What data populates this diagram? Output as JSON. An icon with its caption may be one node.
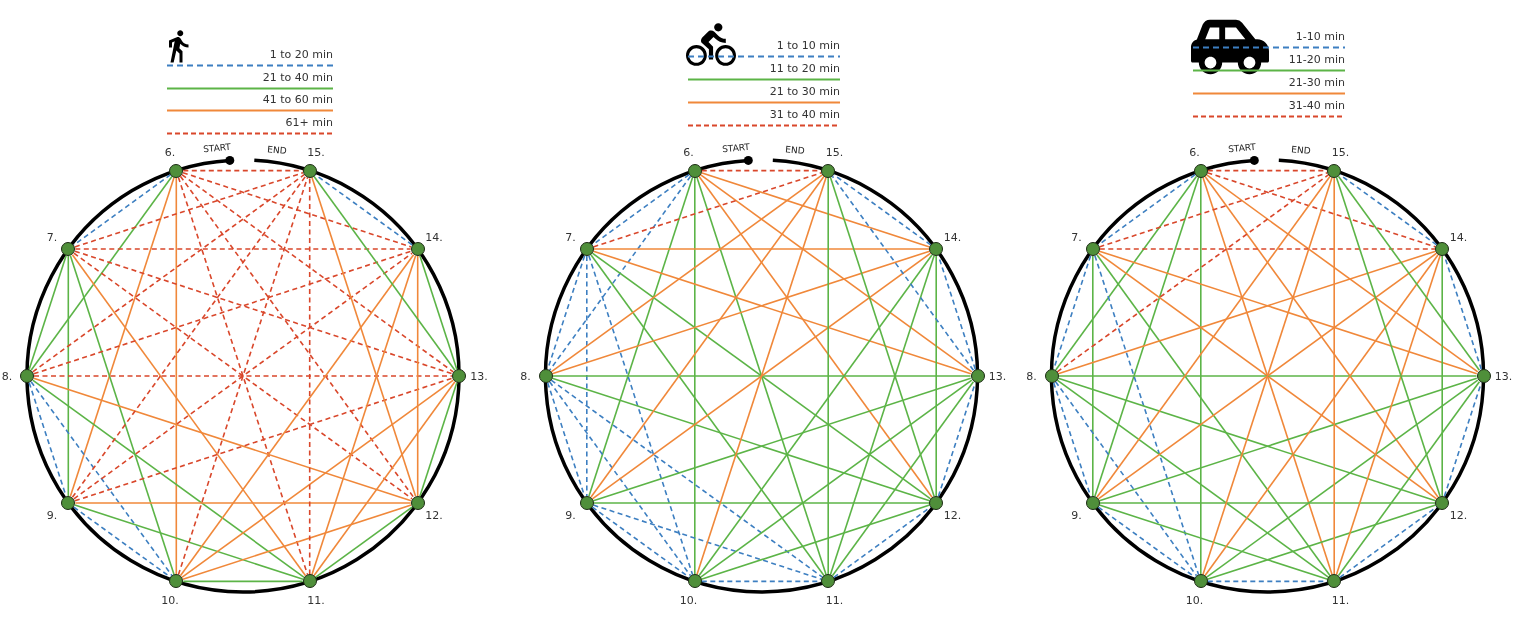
{
  "diagram": {
    "nodes": [
      {
        "text": [
          "6."
        ]
      },
      {
        "text": [
          "7."
        ]
      },
      {
        "text": [
          "8."
        ]
      },
      {
        "text": [
          "9."
        ]
      },
      {
        "text": [
          "10."
        ]
      },
      {
        "text": [
          "11."
        ]
      },
      {
        "text": [
          "12."
        ]
      },
      {
        "text": [
          "13."
        ]
      },
      {
        "text": [
          "14."
        ]
      },
      {
        "text": [
          "15."
        ]
      },
      {
        "text": [
          "6."
        ]
      },
      {
        "text": [
          "7."
        ]
      },
      {
        "text": [
          "8."
        ]
      },
      {
        "text": [
          "9."
        ]
      },
      {
        "text": [
          "10."
        ]
      },
      {
        "text": [
          "11."
        ]
      },
      {
        "text": [
          "12."
        ]
      },
      {
        "text": [
          "13."
        ]
      },
      {
        "text": [
          "14."
        ]
      },
      {
        "text": [
          "15."
        ]
      },
      {
        "text": [
          "6."
        ]
      },
      {
        "text": [
          "7."
        ]
      },
      {
        "text": [
          "8."
        ]
      },
      {
        "text": [
          "9."
        ]
      },
      {
        "text": [
          "10."
        ]
      },
      {
        "text": [
          "11."
        ]
      },
      {
        "text": [
          "12."
        ]
      },
      {
        "text": [
          "13."
        ]
      },
      {
        "text": [
          "14."
        ]
      },
      {
        "text": [
          "15."
        ]
      }
    ],
    "edges": [
      {
        "from": 0,
        "to": 1,
        "arrow": "none",
        "style": "dashed",
        "color": "#3d7fc1"
      },
      {
        "from": 0,
        "to": 2,
        "arrow": "none"
      },
      {
        "from": 0,
        "to": 3,
        "arrow": "none",
        "color": "#f0883a"
      },
      {
        "from": 0,
        "to": 4,
        "arrow": "none",
        "color": "#f0883a"
      },
      {
        "from": 0,
        "to": 5,
        "arrow": "none",
        "style": "dashed",
        "color": "#d9472b"
      },
      {
        "from": 0,
        "to": 6,
        "arrow": "none",
        "style": "dashed",
        "color": "#d9472b"
      },
      {
        "from": 0,
        "to": 7,
        "arrow": "none",
        "style": "dashed",
        "color": "#d9472b"
      },
      {
        "from": 0,
        "to": 8,
        "arrow": "none",
        "style": "dashed",
        "color": "#d9472b"
      },
      {
        "from": 0,
        "to": 9,
        "arrow": "none",
        "style": "dashed",
        "color": "#d9472b"
      },
      {
        "from": 1,
        "to": 2,
        "arrow": "none"
      },
      {
        "from": 1,
        "to": 3,
        "arrow": "none"
      },
      {
        "from": 1,
        "to": 4,
        "arrow": "none"
      },
      {
        "from": 1,
        "to": 5,
        "arrow": "none",
        "color": "#f0883a"
      },
      {
        "from": 1,
        "to": 6,
        "arrow": "none",
        "style": "dashed",
        "color": "#d9472b"
      },
      {
        "from": 1,
        "to": 7,
        "arrow": "none",
        "style": "dashed",
        "color": "#d9472b"
      },
      {
        "from": 1,
        "to": 8,
        "arrow": "none",
        "style": "dashed",
        "color": "#d9472b"
      },
      {
        "from": 1,
        "to": 9,
        "arrow": "none",
        "style": "dashed",
        "color": "#d9472b"
      },
      {
        "from": 2,
        "to": 3,
        "arrow": "none",
        "style": "dashed",
        "color": "#3d7fc1"
      },
      {
        "from": 2,
        "to": 4,
        "arrow": "none",
        "style": "dashed",
        "color": "#3d7fc1"
      },
      {
        "from": 2,
        "to": 5,
        "arrow": "none"
      },
      {
        "from": 2,
        "to": 6,
        "arrow": "none",
        "color": "#f0883a"
      },
      {
        "from": 2,
        "to": 7,
        "arrow": "none",
        "style": "dashed",
        "color": "#d9472b"
      },
      {
        "from": 2,
        "to": 8,
        "arrow": "none",
        "style": "dashed",
        "color": "#d9472b"
      },
      {
        "from": 2,
        "to": 9,
        "arrow": "none",
        "style": "dashed",
        "color": "#d9472b"
      },
      {
        "from": 3,
        "to": 4,
        "arrow": "none",
        "style": "dashed",
        "color": "#3d7fc1"
      },
      {
        "from": 3,
        "to": 5,
        "arrow": "none"
      },
      {
        "from": 3,
        "to": 6,
        "arrow": "none",
        "color": "#f0883a"
      },
      {
        "from": 3,
        "to": 7,
        "arrow": "none",
        "style": "dashed",
        "color": "#d9472b"
      },
      {
        "from": 3,
        "to": 8,
        "arrow": "none",
        "style": "dashed",
        "color": "#d9472b"
      },
      {
        "from": 3,
        "to": 9,
        "arrow": "none",
        "style": "dashed",
        "color": "#d9472b"
      },
      {
        "from": 4,
        "to": 5,
        "arrow": "none"
      },
      {
        "from": 4,
        "to": 6,
        "arrow": "none",
        "color": "#f0883a"
      },
      {
        "from": 4,
        "to": 7,
        "arrow": "none",
        "color": "#f0883a"
      },
      {
        "from": 4,
        "to": 8,
        "arrow": "none",
        "color": "#f0883a"
      },
      {
        "from": 4,
        "to": 9,
        "arrow": "none",
        "style": "dashed",
        "color": "#d9472b"
      },
      {
        "from": 5,
        "to": 6,
        "arrow": "none"
      },
      {
        "from": 5,
        "to": 7,
        "arrow": "none",
        "color": "#f0883a"
      },
      {
        "from": 5,
        "to": 8,
        "arrow": "none",
        "color": "#f0883a"
      },
      {
        "from": 5,
        "to": 9,
        "arrow": "none",
        "style": "dashed",
        "color": "#d9472b"
      },
      {
        "from": 6,
        "to": 7,
        "arrow": "none"
      },
      {
        "from": 6,
        "to": 8,
        "arrow": "none",
        "color": "#f0883a"
      },
      {
        "from": 6,
        "to": 9,
        "arrow": "none",
        "color": "#f0883a"
      },
      {
        "from": 7,
        "to": 8,
        "arrow": "none"
      },
      {
        "from": 7,
        "to": 9,
        "arrow": "none"
      },
      {
        "from": 8,
        "to": 9,
        "arrow": "none",
        "style": "dashed",
        "color": "#3d7fc1"
      },
      {
        "from": 10,
        "to": 11,
        "arrow": "none",
        "style": "dashed",
        "color": "#3d7fc1"
      },
      {
        "from": 10,
        "to": 12,
        "arrow": "none",
        "style": "dashed",
        "color": "#3d7fc1"
      },
      {
        "from": 10,
        "to": 13,
        "arrow": "none"
      },
      {
        "from": 10,
        "to": 14,
        "arrow": "none"
      },
      {
        "from": 10,
        "to": 15,
        "arrow": "none"
      },
      {
        "from": 10,
        "to": 16,
        "arrow": "none",
        "color": "#f0883a"
      },
      {
        "from": 10,
        "to": 17,
        "arrow": "none",
        "color": "#f0883a"
      },
      {
        "from": 10,
        "to": 18,
        "arrow": "none",
        "color": "#f0883a"
      },
      {
        "from": 10,
        "to": 19,
        "arrow": "none",
        "style": "dashed",
        "color": "#d9472b"
      },
      {
        "from": 11,
        "to": 12,
        "arrow": "none",
        "style": "dashed",
        "color": "#3d7fc1"
      },
      {
        "from": 11,
        "to": 13,
        "arrow": "none",
        "style": "dashed",
        "color": "#3d7fc1"
      },
      {
        "from": 11,
        "to": 14,
        "arrow": "none",
        "style": "dashed",
        "color": "#3d7fc1"
      },
      {
        "from": 11,
        "to": 15,
        "arrow": "none"
      },
      {
        "from": 11,
        "to": 16,
        "arrow": "none"
      },
      {
        "from": 11,
        "to": 17,
        "arrow": "none",
        "color": "#f0883a"
      },
      {
        "from": 11,
        "to": 18,
        "arrow": "none",
        "color": "#f0883a"
      },
      {
        "from": 11,
        "to": 19,
        "arrow": "none",
        "style": "dashed",
        "color": "#d9472b"
      },
      {
        "from": 12,
        "to": 13,
        "arrow": "none",
        "style": "dashed",
        "color": "#3d7fc1"
      },
      {
        "from": 12,
        "to": 14,
        "arrow": "none",
        "style": "dashed",
        "color": "#3d7fc1"
      },
      {
        "from": 12,
        "to": 15,
        "arrow": "none",
        "style": "dashed",
        "color": "#3d7fc1"
      },
      {
        "from": 12,
        "to": 16,
        "arrow": "none"
      },
      {
        "from": 12,
        "to": 17,
        "arrow": "none"
      },
      {
        "from": 12,
        "to": 18,
        "arrow": "none",
        "color": "#f0883a"
      },
      {
        "from": 12,
        "to": 19,
        "arrow": "none",
        "color": "#f0883a"
      },
      {
        "from": 13,
        "to": 14,
        "arrow": "none",
        "style": "dashed",
        "color": "#3d7fc1"
      },
      {
        "from": 13,
        "to": 15,
        "arrow": "none",
        "style": "dashed",
        "color": "#3d7fc1"
      },
      {
        "from": 13,
        "to": 16,
        "arrow": "none"
      },
      {
        "from": 13,
        "to": 17,
        "arrow": "none"
      },
      {
        "from": 13,
        "to": 18,
        "arrow": "none",
        "color": "#f0883a"
      },
      {
        "from": 13,
        "to": 19,
        "arrow": "none",
        "color": "#f0883a"
      },
      {
        "from": 14,
        "to": 15,
        "arrow": "none",
        "style": "dashed",
        "color": "#3d7fc1"
      },
      {
        "from": 14,
        "to": 16,
        "arrow": "none"
      },
      {
        "from": 14,
        "to": 17,
        "arrow": "none"
      },
      {
        "from": 14,
        "to": 18,
        "arrow": "none"
      },
      {
        "from": 14,
        "to": 19,
        "arrow": "none",
        "color": "#f0883a"
      },
      {
        "from": 15,
        "to": 16,
        "arrow": "none",
        "style": "dashed",
        "color": "#3d7fc1"
      },
      {
        "from": 15,
        "to": 17,
        "arrow": "none"
      },
      {
        "from": 15,
        "to": 18,
        "arrow": "none"
      },
      {
        "from": 15,
        "to": 19,
        "arrow": "none"
      },
      {
        "from": 16,
        "to": 17,
        "arrow": "none",
        "style": "dashed",
        "color": "#3d7fc1"
      },
      {
        "from": 16,
        "to": 18,
        "arrow": "none"
      },
      {
        "from": 16,
        "to": 19,
        "arrow": "none"
      },
      {
        "from": 17,
        "to": 18,
        "arrow": "none",
        "style": "dashed",
        "color": "#3d7fc1"
      },
      {
        "from": 17,
        "to": 19,
        "arrow": "none",
        "style": "dashed",
        "color": "#3d7fc1"
      },
      {
        "from": 18,
        "to": 19,
        "arrow": "none",
        "style": "dashed",
        "color": "#3d7fc1"
      },
      {
        "from": 20,
        "to": 21,
        "arrow": "none",
        "style": "dashed",
        "color": "#3d7fc1"
      },
      {
        "from": 20,
        "to": 22,
        "arrow": "none"
      },
      {
        "from": 20,
        "to": 23,
        "arrow": "none"
      },
      {
        "from": 20,
        "to": 24,
        "arrow": "none"
      },
      {
        "from": 20,
        "to": 25,
        "arrow": "none",
        "color": "#f0883a"
      },
      {
        "from": 20,
        "to": 26,
        "arrow": "none",
        "color": "#f0883a"
      },
      {
        "from": 20,
        "to": 27,
        "arrow": "none",
        "color": "#f0883a"
      },
      {
        "from": 20,
        "to": 28,
        "arrow": "none",
        "style": "dashed",
        "color": "#d9472b"
      },
      {
        "from": 20,
        "to": 29,
        "arrow": "none",
        "style": "dashed",
        "color": "#d9472b"
      },
      {
        "from": 21,
        "to": 22,
        "arrow": "none",
        "style": "dashed",
        "color": "#3d7fc1"
      },
      {
        "from": 21,
        "to": 23,
        "arrow": "none"
      },
      {
        "from": 21,
        "to": 24,
        "arrow": "none",
        "style": "dashed",
        "color": "#3d7fc1"
      },
      {
        "from": 21,
        "to": 25,
        "arrow": "none"
      },
      {
        "from": 21,
        "to": 26,
        "arrow": "none",
        "color": "#f0883a"
      },
      {
        "from": 21,
        "to": 27,
        "arrow": "none",
        "color": "#f0883a"
      },
      {
        "from": 21,
        "to": 28,
        "arrow": "none",
        "style": "dashed",
        "color": "#d9472b"
      },
      {
        "from": 21,
        "to": 29,
        "arrow": "none",
        "style": "dashed",
        "color": "#d9472b"
      },
      {
        "from": 22,
        "to": 23,
        "arrow": "none",
        "style": "dashed",
        "color": "#3d7fc1"
      },
      {
        "from": 22,
        "to": 24,
        "arrow": "none",
        "style": "dashed",
        "color": "#3d7fc1"
      },
      {
        "from": 22,
        "to": 25,
        "arrow": "none"
      },
      {
        "from": 22,
        "to": 26,
        "arrow": "none"
      },
      {
        "from": 22,
        "to": 27,
        "arrow": "none"
      },
      {
        "from": 22,
        "to": 28,
        "arrow": "none",
        "color": "#f0883a"
      },
      {
        "from": 22,
        "to": 29,
        "arrow": "none",
        "style": "dashed",
        "color": "#d9472b"
      },
      {
        "from": 23,
        "to": 24,
        "arrow": "none",
        "style": "dashed",
        "color": "#3d7fc1"
      },
      {
        "from": 23,
        "to": 25,
        "arrow": "none"
      },
      {
        "from": 23,
        "to": 26,
        "arrow": "none"
      },
      {
        "from": 23,
        "to": 27,
        "arrow": "none"
      },
      {
        "from": 23,
        "to": 28,
        "arrow": "none",
        "color": "#f0883a"
      },
      {
        "from": 23,
        "to": 29,
        "arrow": "none",
        "color": "#f0883a"
      },
      {
        "from": 24,
        "to": 25,
        "arrow": "none",
        "style": "dashed",
        "color": "#3d7fc1"
      },
      {
        "from": 24,
        "to": 26,
        "arrow": "none"
      },
      {
        "from": 24,
        "to": 27,
        "arrow": "none"
      },
      {
        "from": 24,
        "to": 28,
        "arrow": "none",
        "color": "#f0883a"
      },
      {
        "from": 24,
        "to": 29,
        "arrow": "none",
        "color": "#f0883a"
      },
      {
        "from": 25,
        "to": 26,
        "arrow": "none",
        "style": "dashed",
        "color": "#3d7fc1"
      },
      {
        "from": 25,
        "to": 27,
        "arrow": "none"
      },
      {
        "from": 25,
        "to": 28,
        "arrow": "none",
        "color": "#f0883a"
      },
      {
        "from": 25,
        "to": 29,
        "arrow": "none",
        "color": "#f0883a"
      },
      {
        "from": 26,
        "to": 27,
        "arrow": "none",
        "style": "dashed",
        "color": "#3d7fc1"
      },
      {
        "from": 26,
        "to": 28,
        "arrow": "none"
      },
      {
        "from": 26,
        "to": 29,
        "arrow": "none"
      },
      {
        "from": 27,
        "to": 28,
        "arrow": "none",
        "style": "dashed",
        "color": "#3d7fc1"
      },
      {
        "from": 27,
        "to": 29,
        "arrow": "none"
      },
      {
        "from": 28,
        "to": 29,
        "arrow": "none",
        "style": "dashed",
        "color": "#3d7fc1"
      }
    ],
    "labels": [
      "START",
      "END",
      "START",
      "END",
      "START",
      "END"
    ],
    "legend": [
      {
        "text": "1 to 20 min"
      },
      {
        "text": "21 to 40 min"
      },
      {
        "text": "41 to 60 min"
      },
      {
        "text": "61+ min"
      },
      {
        "text": "1 to 10 min"
      },
      {
        "text": "11 to 20 min"
      },
      {
        "text": "21 to 30 min"
      },
      {
        "text": "31 to 40 min"
      },
      {
        "text": "1-10 min"
      },
      {
        "text": "11-20 min"
      },
      {
        "text": "21-30 min"
      },
      {
        "text": "31-40 min"
      }
    ]
  }
}
